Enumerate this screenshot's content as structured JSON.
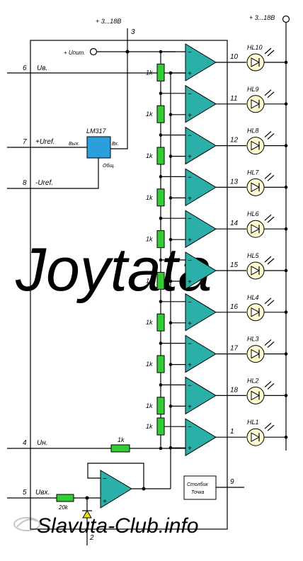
{
  "watermark": {
    "top": "Joytata",
    "bottom": "Slavuta-Club.info"
  },
  "supply": {
    "label_top": "+ 3...18В",
    "label_right": "+ 3...18В",
    "uinput_label": "+ Uпит."
  },
  "pins": {
    "p1": "1",
    "p2": "2",
    "p3": "3",
    "p4": "4",
    "p5": "5",
    "p6": "6",
    "p7": "7",
    "p8": "8",
    "p9": "9",
    "p10": "10",
    "p11": "11",
    "p12": "12",
    "p13": "13",
    "p14": "14",
    "p15": "15",
    "p16": "16",
    "p17": "17",
    "p18": "18"
  },
  "inputs": {
    "uv": "Uв.",
    "uref_plus": "+Uref.",
    "uref_minus": "-Uref.",
    "un": "Uн.",
    "uvx": "Uвх."
  },
  "regulator": {
    "name": "LM317",
    "out": "Вых.",
    "in": "Вх.",
    "gnd": "Общ."
  },
  "resistors": {
    "ladder": "1k",
    "bottom": "1k",
    "input": "20k"
  },
  "leds": [
    "HL10",
    "HL9",
    "HL8",
    "HL7",
    "HL6",
    "HL5",
    "HL4",
    "HL3",
    "HL2",
    "HL1"
  ],
  "mode_box": {
    "line1": "Столбик",
    "line2": "Точка"
  }
}
